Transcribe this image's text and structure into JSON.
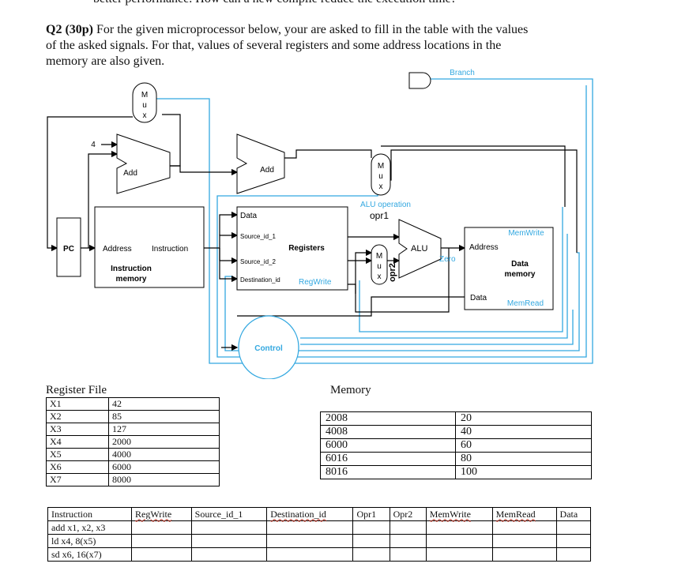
{
  "header_cut": "better performance. How can a new compile reduce the execution time?",
  "question": {
    "label": "Q2 (30p)",
    "line1": "For the given microprocessor below, your are asked to fill in the table with the values",
    "line2": "of the asked signals. For that, values of several registers and some address locations in the",
    "line3": "memory are also given."
  },
  "diagram": {
    "branch": "Branch",
    "mux": [
      "M",
      "u",
      "x"
    ],
    "four": "4",
    "add": "Add",
    "pc": "PC",
    "im_address": "Address",
    "im_instruction": "Instruction",
    "im_title1": "Instruction",
    "im_title2": "memory",
    "data": "Data",
    "source1": "Source_id_1",
    "source2": "Source_id_2",
    "dest": "Destination_id",
    "registers": "Registers",
    "regwrite": "RegWrite",
    "alu_operation": "ALU operation",
    "opr1": "opr1",
    "opr2": "opr2",
    "alu": "ALU",
    "zero": "Zero",
    "memwrite": "MemWrite",
    "dm_address": "Address",
    "dm_title1": "Data",
    "dm_title2": "memory",
    "dm_data": "Data",
    "memread": "MemRead",
    "control": "Control"
  },
  "register_file": {
    "title": "Register File",
    "rows": [
      {
        "reg": "X1",
        "val": "42"
      },
      {
        "reg": "X2",
        "val": "85"
      },
      {
        "reg": "X3",
        "val": "127"
      },
      {
        "reg": "X4",
        "val": "2000"
      },
      {
        "reg": "X5",
        "val": "4000"
      },
      {
        "reg": "X6",
        "val": "6000"
      },
      {
        "reg": "X7",
        "val": "8000"
      }
    ]
  },
  "memory": {
    "title": "Memory",
    "rows": [
      {
        "addr": "2008",
        "val": "20"
      },
      {
        "addr": "4008",
        "val": "40"
      },
      {
        "addr": "6000",
        "val": "60"
      },
      {
        "addr": "6016",
        "val": "80"
      },
      {
        "addr": "8016",
        "val": "100"
      }
    ]
  },
  "signals": {
    "headers": [
      "Instruction",
      "RegWrite",
      "Source_id_1",
      "Destination_id",
      "Opr1",
      "Opr2",
      "MemWrite",
      "MemRead",
      "Data"
    ],
    "instructions": [
      "add x1, x2, x3",
      "ld x4, 8(x5)",
      "sd x6, 16(x7)"
    ]
  },
  "colors": {
    "wire_blue": "#33a8e0",
    "wire_black": "#000000"
  }
}
